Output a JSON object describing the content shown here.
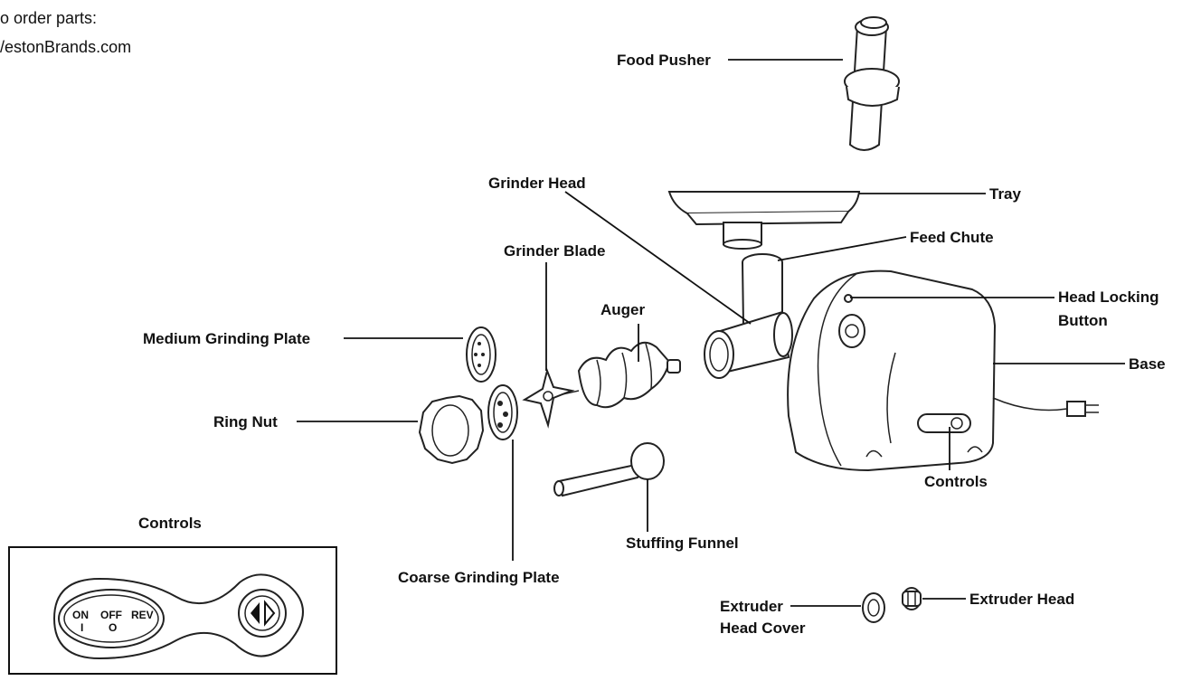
{
  "header": {
    "line1": "o order parts:",
    "line2": "/estonBrands.com"
  },
  "labels": {
    "food_pusher": "Food Pusher",
    "tray": "Tray",
    "grinder_head": "Grinder Head",
    "feed_chute": "Feed Chute",
    "grinder_blade": "Grinder Blade",
    "auger": "Auger",
    "head_locking_1": "Head Locking",
    "head_locking_2": "Button",
    "medium_plate": "Medium Grinding Plate",
    "base": "Base",
    "ring_nut": "Ring Nut",
    "controls": "Controls",
    "stuffing_funnel": "Stuffing Funnel",
    "coarse_plate": "Coarse Grinding Plate",
    "extruder_cover_1": "Extruder",
    "extruder_cover_2": "Head Cover",
    "extruder_head": "Extruder Head"
  },
  "controls_panel": {
    "title": "Controls",
    "on": "ON",
    "off": "OFF",
    "rev": "REV",
    "on_mark": "I",
    "off_mark": "O"
  },
  "colors": {
    "ink": "#111111",
    "background": "#ffffff"
  }
}
